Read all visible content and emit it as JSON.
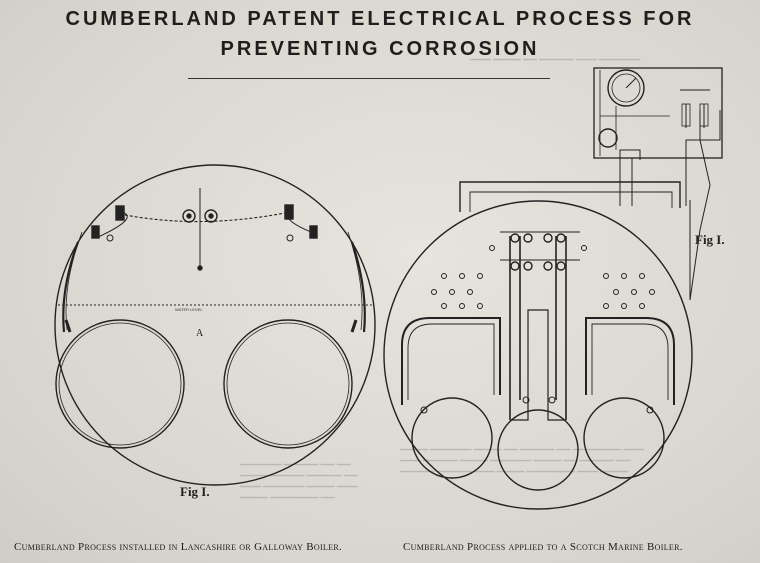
{
  "header": {
    "title_line1": "CUMBERLAND PATENT ELECTRICAL PROCESS FOR",
    "title_line2": "PREVENTING CORROSION"
  },
  "figures": {
    "left": {
      "label": "Fig I.",
      "water_level": "WATER LEVEL",
      "letter_a": "A",
      "caption": "Cumberland Process installed in Lancashire or Galloway Boiler."
    },
    "right": {
      "label": "Fig I.",
      "caption": "Cumberland Process applied to a Scotch Marine Boiler."
    }
  }
}
